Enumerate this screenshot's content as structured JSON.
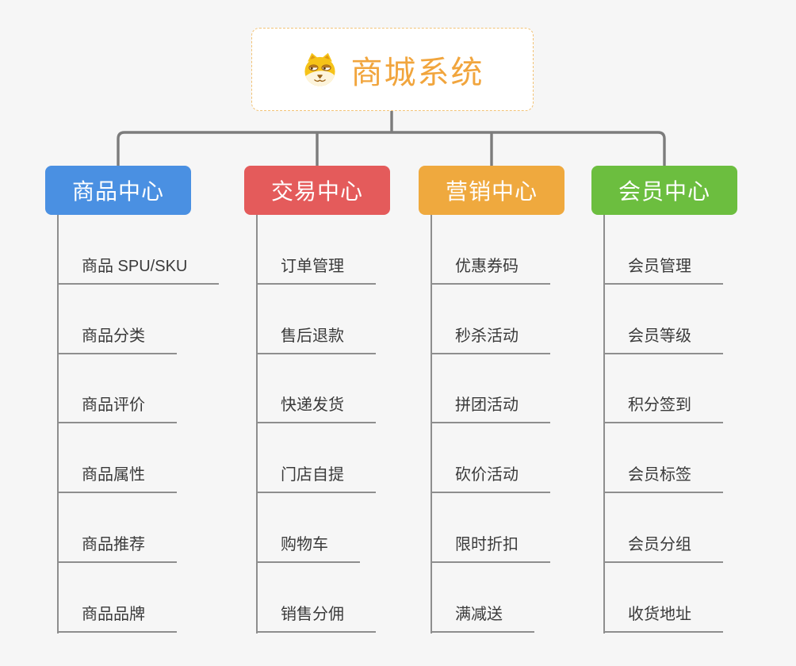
{
  "root": {
    "title": "商城系统",
    "icon": "dog-face-icon",
    "text_color": "#F1A53D",
    "border_color": "#F2C377"
  },
  "branches": [
    {
      "label": "商品中心",
      "color": "#4A90E2",
      "children": [
        "商品 SPU/SKU",
        "商品分类",
        "商品评价",
        "商品属性",
        "商品推荐",
        "商品品牌"
      ]
    },
    {
      "label": "交易中心",
      "color": "#E45B5B",
      "children": [
        "订单管理",
        "售后退款",
        "快递发货",
        "门店自提",
        "购物车",
        "销售分佣"
      ]
    },
    {
      "label": "营销中心",
      "color": "#EFA93E",
      "children": [
        "优惠券码",
        "秒杀活动",
        "拼团活动",
        "砍价活动",
        "限时折扣",
        "满减送"
      ]
    },
    {
      "label": "会员中心",
      "color": "#6CBE3F",
      "children": [
        "会员管理",
        "会员等级",
        "积分签到",
        "会员标签",
        "会员分组",
        "收货地址"
      ]
    }
  ],
  "connector_color": "#7C7C7C",
  "underline_color": "#8E8E8E",
  "background_color": "#F6F6F6"
}
